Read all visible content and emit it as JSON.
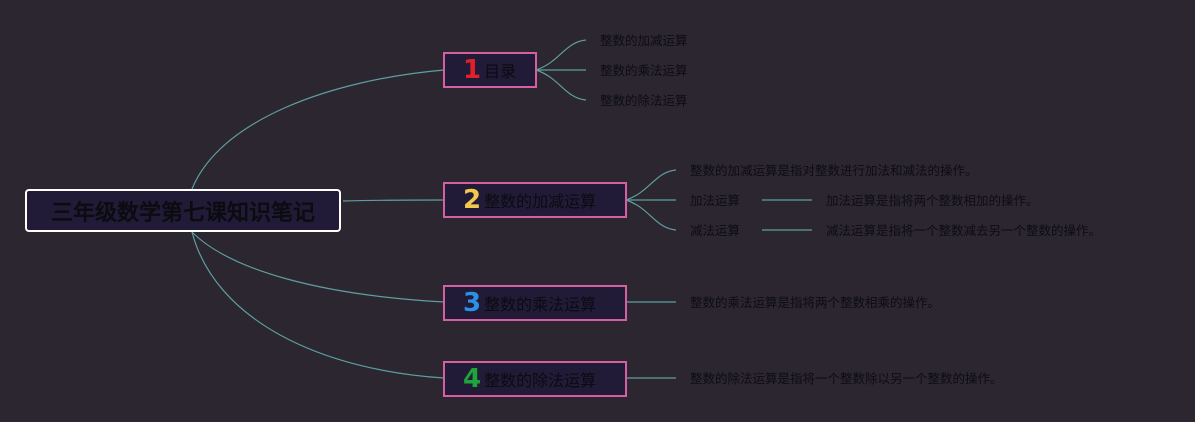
{
  "colors": {
    "background": "#2b2630",
    "link": "#5e9ea0",
    "branch_border": "#d55fa0",
    "node_fill": "#211b38",
    "root_border": "#ffffff",
    "num1": "#e0202a",
    "num2": "#f2c94c",
    "num3": "#2d8fe6",
    "num4": "#1fa33a"
  },
  "root": {
    "label": "三年级数学第七课知识笔记"
  },
  "branches": [
    {
      "number": "1",
      "title": "目录",
      "leaves": [
        "整数的加减运算",
        "整数的乘法运算",
        "整数的除法运算"
      ]
    },
    {
      "number": "2",
      "title": "整数的加减运算",
      "leaves": [
        "整数的加减运算是指对整数进行加法和减法的操作。",
        "加法运算",
        "减法运算"
      ],
      "details": [
        "加法运算是指将两个整数相加的操作。",
        "减法运算是指将一个整数减去另一个整数的操作。"
      ]
    },
    {
      "number": "3",
      "title": "整数的乘法运算",
      "leaves": [
        "整数的乘法运算是指将两个整数相乘的操作。"
      ]
    },
    {
      "number": "4",
      "title": "整数的除法运算",
      "leaves": [
        "整数的除法运算是指将一个整数除以另一个整数的操作。"
      ]
    }
  ]
}
